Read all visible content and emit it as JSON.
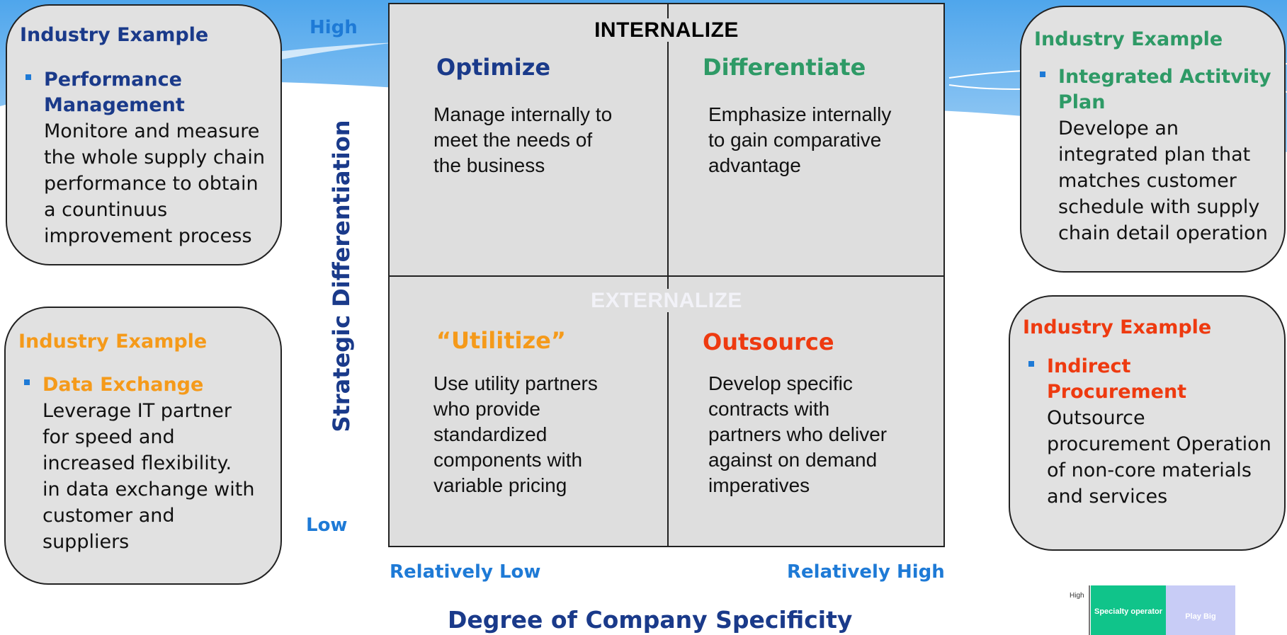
{
  "colors": {
    "navy": "#1a3a8a",
    "axis_blue": "#1e7ad6",
    "green": "#2e9a66",
    "orange": "#f59a1a",
    "red": "#ee3a10",
    "quadrant_bg": "#dedede",
    "card_bg": "#e1e1e1"
  },
  "cards": [
    {
      "heading": "Industry Example",
      "title": "Performance Management",
      "description": "Monitore and measure the whole supply chain performance  to obtain a countinuus improvement process",
      "color": "#1a3a8a"
    },
    {
      "heading": "Industry Example",
      "title": "Data Exchange",
      "description": "Leverage IT partner for speed and increased flexibility. in data exchange with customer and suppliers",
      "color": "#f59a1a"
    },
    {
      "heading": "Industry Example",
      "title": "Integrated Actitvity Plan",
      "description": "Develope an integrated plan that matches customer schedule with supply chain detail operation",
      "color": "#2e9a66"
    },
    {
      "heading": "Industry Example",
      "title": "Indirect Procurement",
      "description": "Outsource procurement Operation of non-core materials and services",
      "color": "#ee3a10"
    }
  ],
  "axis": {
    "y_label": "Strategic Differentiation",
    "y_high": "High",
    "y_low": "Low",
    "x_label": "Degree of Company Specificity",
    "x_low": "Relatively Low",
    "x_high": "Relatively High"
  },
  "matrix": {
    "top_zone": "INTERNALIZE",
    "bottom_zone": "EXTERNALIZE",
    "quadrants": [
      {
        "title": "Optimize",
        "text": "Manage internally to meet the needs of the business",
        "color": "#1a3a8a"
      },
      {
        "title": "Differentiate",
        "text": "Emphasize internally to gain comparative advantage",
        "color": "#2e9a66"
      },
      {
        "title": "“Utilitize”",
        "text": "Use utility partners who provide standardized components with variable pricing",
        "color": "#f59a1a"
      },
      {
        "title": "Outsource",
        "text": "Develop specific contracts with partners who deliver against on demand imperatives",
        "color": "#ee3a10"
      }
    ]
  },
  "thumbnail": {
    "high": "High",
    "cell_a": "Specialty operator",
    "cell_b": "Play Big"
  }
}
